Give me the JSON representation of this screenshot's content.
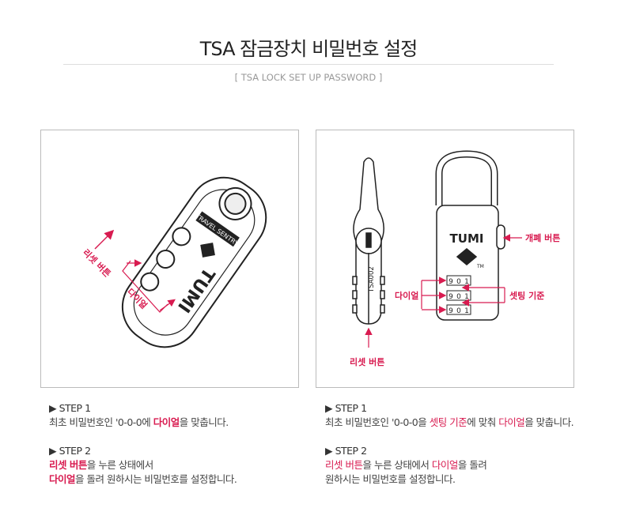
{
  "header": {
    "title": "TSA 잠금장치 비밀번호 설정",
    "subtitle": "[ TSA LOCK SET UP PASSWORD ]"
  },
  "colors": {
    "accent": "#d81b50"
  },
  "left_figure": {
    "labels": {
      "reset_button": "리셋 버튼",
      "dial": "다이얼"
    },
    "brand": "TUMI",
    "tag": "TRAVEL SENTRY"
  },
  "right_figure": {
    "labels": {
      "open_button": "개폐 버튼",
      "dial": "다이얼",
      "setting_reference": "셋팅 기준",
      "reset_button": "리셋 버튼"
    },
    "brand": "TUMI",
    "model": "TSA002",
    "tm": "TM",
    "dial_digits": [
      "9",
      "0",
      "1"
    ]
  },
  "left_steps": {
    "step1": {
      "heading": "▶ STEP 1",
      "t1": "최초 비밀번호인 '0-0-0에 ",
      "h1": "다이얼",
      "t2": "을 맞춥니다."
    },
    "step2": {
      "heading": "▶ STEP 2",
      "h1": "리셋 버튼",
      "t1": "을 누른 상태에서",
      "h2": "다이얼",
      "t2": "을 돌려 원하시는 비밀번호를  설정합니다."
    }
  },
  "right_steps": {
    "step1": {
      "heading": "▶ STEP 1",
      "t1": "최초 비밀번호인 '0-0-0을 ",
      "h1": "셋팅 기준",
      "t2": "에 맞춰 ",
      "h2": "다이얼",
      "t3": "을 맞춥니다."
    },
    "step2": {
      "heading": "▶ STEP 2",
      "h1": "리셋 버튼",
      "t1": "을 누른 상태에서 ",
      "h2": "다이얼",
      "t2": "을 돌려",
      "t3": "원하시는 비밀번호를 설정합니다."
    }
  }
}
